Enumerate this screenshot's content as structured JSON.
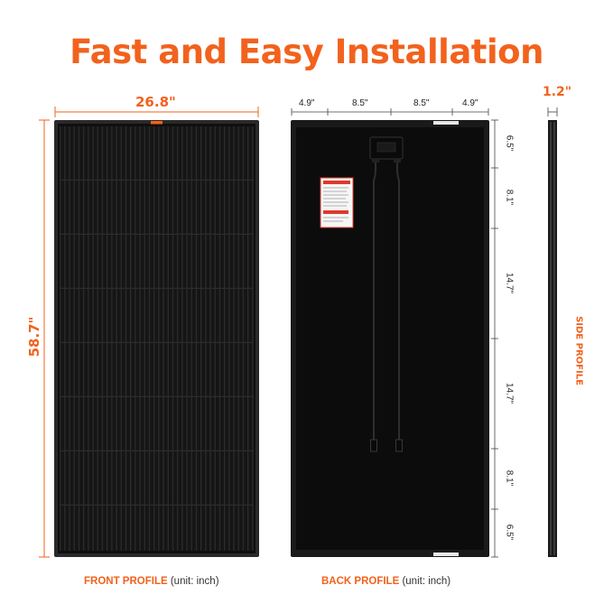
{
  "title": "Fast and Easy Installation",
  "front": {
    "width_label": "26.8\"",
    "height_label": "58.7\"",
    "caption_name": "FRONT PROFILE",
    "caption_unit": "(unit: inch)"
  },
  "back": {
    "top_dims": [
      "4.9\"",
      "8.5\"",
      "8.5\"",
      "4.9\""
    ],
    "side_dims": [
      "6.5\"",
      "8.1\"",
      "14.7\"",
      "14.7\"",
      "8.1\"",
      "6.5\""
    ],
    "caption_name": "BACK PROFILE",
    "caption_unit": "(unit: inch)"
  },
  "side": {
    "thickness_label": "1.2\"",
    "vertical_label": "SIDE PROFILE"
  },
  "colors": {
    "accent": "#f2621d",
    "panel": "#111111",
    "frame": "#2a2a2a"
  }
}
